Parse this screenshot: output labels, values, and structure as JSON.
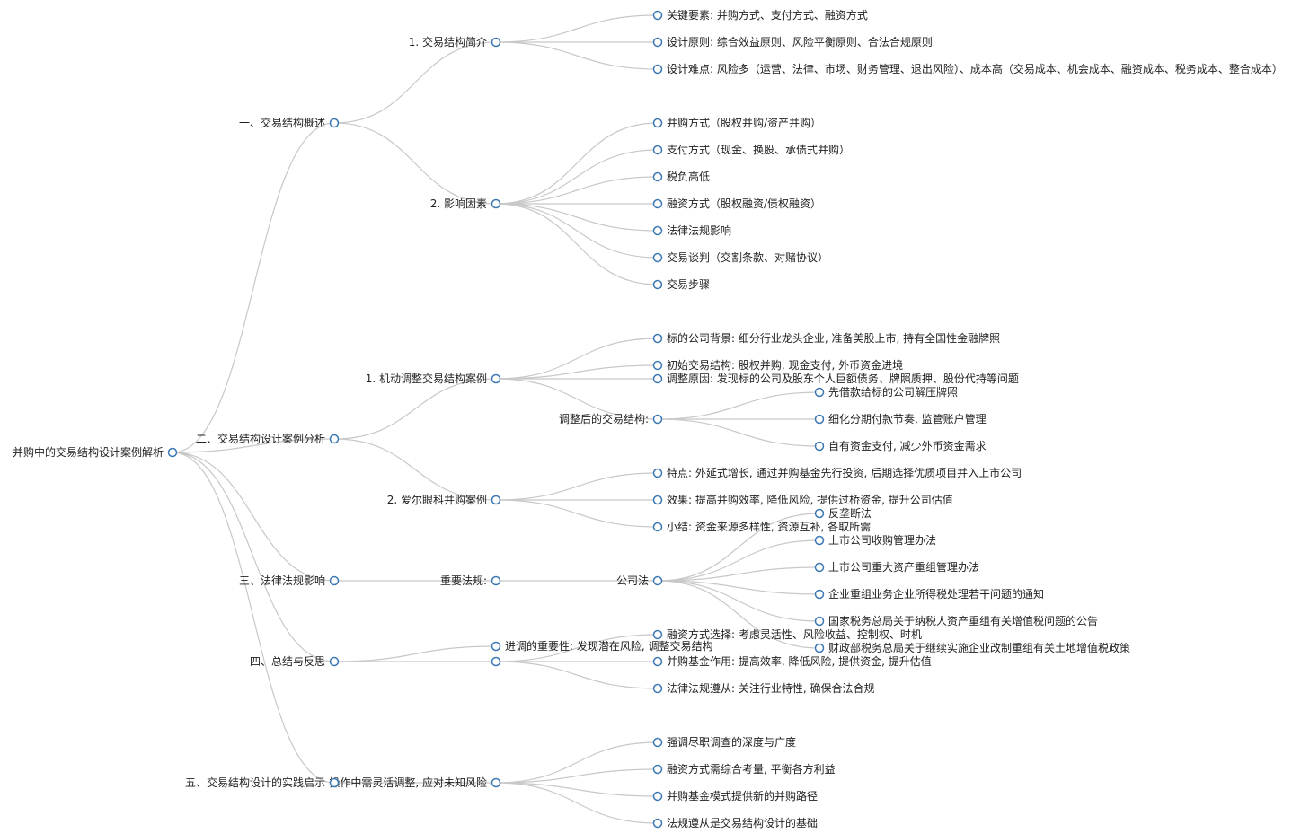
{
  "colors": {
    "node": "#3b78b4",
    "link": "#c8c8c8",
    "text": "#222222"
  },
  "tree": {
    "label": "并购中的交易结构设计案例解析",
    "children": [
      {
        "label": "一、交易结构概述",
        "children": [
          {
            "label": "1. 交易结构简介",
            "children": [
              {
                "label": "关键要素: 并购方式、支付方式、融资方式"
              },
              {
                "label": "设计原则: 综合效益原则、风险平衡原则、合法合规原则"
              },
              {
                "label": "设计难点: 风险多（运营、法律、市场、财务管理、退出风险）、成本高（交易成本、机会成本、融资成本、税务成本、整合成本）"
              }
            ]
          },
          {
            "label": "2. 影响因素",
            "children": [
              {
                "label": "并购方式（股权并购/资产并购）"
              },
              {
                "label": "支付方式（现金、换股、承债式并购）"
              },
              {
                "label": "税负高低"
              },
              {
                "label": "融资方式（股权融资/债权融资）"
              },
              {
                "label": "法律法规影响"
              },
              {
                "label": "交易谈判（交割条款、对赌协议）"
              },
              {
                "label": "交易步骤"
              }
            ]
          }
        ]
      },
      {
        "label": "二、交易结构设计案例分析",
        "children": [
          {
            "label": "1. 机动调整交易结构案例",
            "children": [
              {
                "label": "标的公司背景: 细分行业龙头企业, 准备美股上市, 持有全国性金融牌照"
              },
              {
                "label": "初始交易结构: 股权并购, 现金支付, 外币资金进境"
              },
              {
                "label": "调整原因: 发现标的公司及股东个人巨额债务、牌照质押、股份代持等问题"
              },
              {
                "label": "调整后的交易结构:",
                "children": [
                  {
                    "label": "先借款给标的公司解压牌照"
                  },
                  {
                    "label": "细化分期付款节奏, 监管账户管理"
                  },
                  {
                    "label": "自有资金支付, 减少外币资金需求"
                  }
                ]
              }
            ]
          },
          {
            "label": "2. 爱尔眼科并购案例",
            "children": [
              {
                "label": "特点: 外延式增长, 通过并购基金先行投资, 后期选择优质项目并入上市公司"
              },
              {
                "label": "效果: 提高并购效率, 降低风险, 提供过桥资金, 提升公司估值"
              },
              {
                "label": "小结: 资金来源多样性, 资源互补, 各取所需"
              }
            ]
          }
        ]
      },
      {
        "label": "三、法律法规影响",
        "children": [
          {
            "label": "重要法规:",
            "children": [
              {
                "label": "公司法",
                "children": [
                  {
                    "label": "反垄断法"
                  },
                  {
                    "label": "上市公司收购管理办法"
                  },
                  {
                    "label": "上市公司重大资产重组管理办法"
                  },
                  {
                    "label": "企业重组业务企业所得税处理若干问题的通知"
                  },
                  {
                    "label": "国家税务总局关于纳税人资产重组有关增值税问题的公告"
                  },
                  {
                    "label": "财政部税务总局关于继续实施企业改制重组有关土地增值税政策"
                  }
                ]
              }
            ]
          }
        ]
      },
      {
        "label": "四、总结与反思",
        "children": [
          {
            "label": "进调的重要性: 发现潜在风险, 调整交易结构"
          },
          {
            "label": "",
            "children": [
              {
                "label": "融资方式选择: 考虑灵活性、风险收益、控制权、时机"
              },
              {
                "label": "并购基金作用: 提高效率, 降低风险, 提供资金, 提升估值"
              },
              {
                "label": "法律法规遵从: 关注行业特性, 确保合法合规"
              }
            ]
          }
        ]
      },
      {
        "label": "五、交易结构设计的实践启示",
        "children": [
          {
            "label": "操作中需灵活调整, 应对未知风险",
            "children": [
              {
                "label": "强调尽职调查的深度与广度"
              },
              {
                "label": "融资方式需综合考量, 平衡各方利益"
              },
              {
                "label": "并购基金模式提供新的并购路径"
              },
              {
                "label": "法规遵从是交易结构设计的基础"
              }
            ]
          }
        ]
      }
    ]
  }
}
